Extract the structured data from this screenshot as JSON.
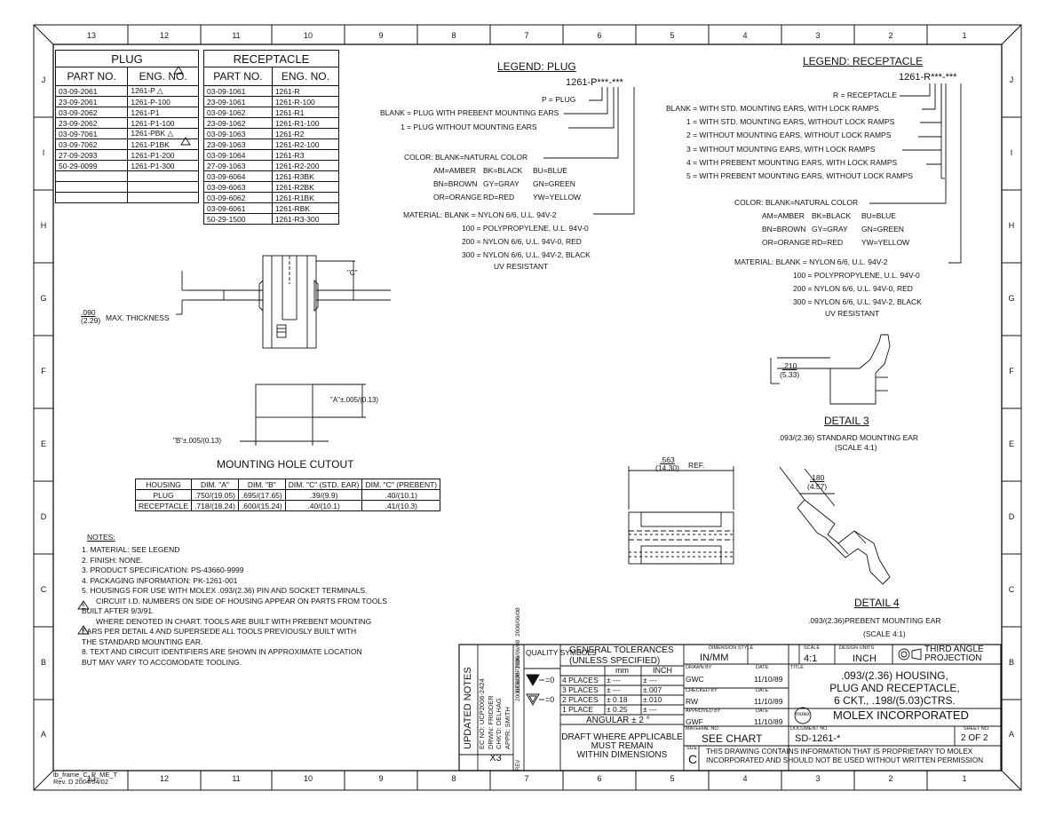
{
  "frame": {
    "columns": [
      "13",
      "12",
      "11",
      "10",
      "9",
      "8",
      "7",
      "6",
      "5",
      "4",
      "3",
      "2",
      "1"
    ],
    "rows": [
      "J",
      "I",
      "H",
      "G",
      "F",
      "E",
      "D",
      "C",
      "B",
      "A"
    ],
    "frame_id": "lb_frame_C_P_ME_T",
    "frame_rev": "Rev. D 2004/04/02"
  },
  "plug_table": {
    "title": "PLUG",
    "headers": [
      "PART NO.",
      "ENG. NO."
    ],
    "rows": [
      [
        "03-09-2061",
        "1261-P",
        "△"
      ],
      [
        "23-09-2061",
        "1261-P-100",
        ""
      ],
      [
        "03-09-2062",
        "1261-P1",
        ""
      ],
      [
        "23-09-2062",
        "1261-P1-100",
        ""
      ],
      [
        "03-09-7061",
        "1261-PBK",
        "△"
      ],
      [
        "03-09-7062",
        "1261-P1BK",
        ""
      ],
      [
        "27-09-2093",
        "1261-P1-200",
        ""
      ],
      [
        "50-29-0099",
        "1261-P1-300",
        ""
      ],
      [
        "",
        "",
        ""
      ],
      [
        "",
        "",
        ""
      ],
      [
        "",
        "",
        ""
      ]
    ]
  },
  "receptacle_table": {
    "title": "RECEPTACLE",
    "headers": [
      "PART NO.",
      "ENG. NO."
    ],
    "rows": [
      [
        "03-09-1061",
        "1261-R"
      ],
      [
        "23-09-1061",
        "1261-R-100"
      ],
      [
        "03-09-1062",
        "1261-R1"
      ],
      [
        "23-09-1062",
        "1261-R1-100"
      ],
      [
        "03-09-1063",
        "1261-R2"
      ],
      [
        "23-09-1063",
        "1261-R2-100"
      ],
      [
        "03-09-1064",
        "1261-R3"
      ],
      [
        "27-09-1063",
        "1261-R2-200"
      ],
      [
        "03-09-6064",
        "1261-R3BK"
      ],
      [
        "03-09-6063",
        "1261-R2BK"
      ],
      [
        "03-09-6062",
        "1261-R1BK"
      ],
      [
        "03-09-6061",
        "1261-RBK"
      ],
      [
        "50-29-1500",
        "1261-R3-300"
      ]
    ]
  },
  "legend_plug": {
    "title": "LEGEND: PLUG",
    "code": "1261-P",
    "code_suffix": "***-***",
    "p_line": "P = PLUG",
    "blank_line": "BLANK = PLUG WITH  PREBENT MOUNTING EARS",
    "one_line": "1 = PLUG WITHOUT MOUNTING EARS",
    "color_line": "COLOR: BLANK=NATURAL COLOR",
    "colors": [
      [
        "AM=AMBER",
        "BK=BLACK",
        "BU=BLUE"
      ],
      [
        "BN=BROWN",
        "GY=GRAY",
        "GN=GREEN"
      ],
      [
        "OR=ORANGE",
        "RD=RED",
        "YW=YELLOW"
      ]
    ],
    "material": [
      "MATERIAL: BLANK = NYLON 6/6, U.L. 94V-2",
      "100 = POLYPROPYLENE, U.L. 94V-0",
      "200 = NYLON 6/6, U.L. 94V-0, RED",
      "300 = NYLON 6/6, U.L. 94V-2, BLACK",
      "UV RESISTANT"
    ]
  },
  "legend_receptacle": {
    "title": "LEGEND: RECEPTACLE",
    "code": "1261-R",
    "code_suffix": "***-***",
    "r_line": "R = RECEPTACLE",
    "options": [
      "BLANK = WITH STD. MOUNTING EARS, WITH LOCK RAMPS",
      "1 = WITH STD. MOUNTING EARS, WITHOUT LOCK RAMPS",
      "2 = WITHOUT MOUNTING EARS, WITHOUT LOCK RAMPS",
      "3 = WITHOUT MOUNTING EARS, WITH LOCK RAMPS",
      "4 = WITH PREBENT MOUNTING EARS, WITH LOCK RAMPS",
      "5 = WITH PREBENT MOUNTING EARS, WITHOUT LOCK RAMPS"
    ],
    "color_line": "COLOR: BLANK=NATURAL COLOR",
    "colors": [
      [
        "AM=AMBER",
        "BK=BLACK",
        "BU=BLUE"
      ],
      [
        "BN=BROWN",
        "GY=GRAY",
        "GN=GREEN"
      ],
      [
        "OR=ORANGE",
        "RD=RED",
        "YW=YELLOW"
      ]
    ],
    "material": [
      "MATERIAL: BLANK = NYLON 6/6, U.L. 94V-2",
      "100 = POLYPROPYLENE, U.L. 94V-0",
      "200 = NYLON 6/6, U.L. 94V-0, RED",
      "300 = NYLON 6/6, U.L. 94V-2, BLACK",
      "UV RESISTANT"
    ]
  },
  "dims": {
    "c_label": "\"C\"",
    "thickness_top": ".090",
    "thickness_bottom": "(2.29)",
    "thickness_text": "MAX. THICKNESS",
    "a_label": "\"A\"±.005/(0.13)",
    "b_label": "\"B\"±.005/(0.13)",
    "ref_top": ".563",
    "ref_bottom": "(14.30)",
    "ref_text": "REF.",
    "d3_top": ".210",
    "d3_bottom": "(5.33)",
    "d4_top": ".180",
    "d4_bottom": "(4.57)"
  },
  "details": {
    "detail3_title": "DETAIL 3",
    "detail3_sub1": ".093/(2.36) STANDARD MOUNTING EAR",
    "detail3_sub2": "(SCALE 4:1)",
    "detail4_title": "DETAIL 4",
    "detail4_sub1": ".093/(2.36)PREBENT MOUNTING EAR",
    "detail4_sub2": "(SCALE 4:1)"
  },
  "hole_cutout": {
    "title": "MOUNTING HOLE CUTOUT",
    "headers": [
      "HOUSING",
      "DIM. \"A\"",
      "DIM. \"B\"",
      "DIM. \"C\" (STD. EAR)",
      "DIM. \"C\" (PREBENT)"
    ],
    "rows": [
      [
        "PLUG",
        ".750/(19.05)",
        ".695/(17.65)",
        ".39/(9.9)",
        ".40/(10.1)"
      ],
      [
        "RECEPTACLE",
        ".718/(18.24)",
        ".600/(15.24)",
        ".40/(10.1)",
        ".41/(10.3)"
      ]
    ]
  },
  "notes": {
    "title": "NOTES:",
    "items": [
      "1.  MATERIAL:  SEE LEGEND",
      "2.  FINISH:  NONE.",
      "3.  PRODUCT SPECIFICATION:  PS-43660-9999",
      "4.  PACKAGING INFORMATION:  PK-1261-001",
      "5.  HOUSINGS FOR USE WITH MOLEX .093/(2.36) PIN AND SOCKET TERMINALS.",
      "CIRCUIT I.D. NUMBERS ON SIDE OF HOUSING APPEAR ON PARTS FROM TOOLS",
      "     BUILT AFTER 9/3/91.",
      "WHERE DENOTED IN CHART. TOOLS ARE BUILT WITH PREBENT MOUNTING",
      "     EARS PER DETAIL 4 AND SUPERSEDE ALL TOOLS PREVIOUSLY BUILT WITH",
      "     THE STANDARD MOUNTING EAR.",
      "8.   TEXT AND CIRCUIT IDENTIFIERS ARE SHOWN IN APPROXIMATE LOCATION",
      "     BUT MAY VARY TO ACCOMODATE TOOLING."
    ],
    "flag6": "6",
    "flag7": "7"
  },
  "revision": {
    "title": "UPDATED NOTES",
    "ec": "EC NO: UCP2006-2424",
    "drwn": "DRWN: FRIDDER",
    "chkd": "CHK'D: DELHAG",
    "appr": "APPR: SMITH",
    "d1": "2006/06/08",
    "d2": "2006/06/08",
    "d3": "2006/06/08",
    "rev": "X3",
    "desc_label": "DESCRIPTION",
    "rev_label": "REV"
  },
  "title_block": {
    "quality": "QUALITY SYMBOLS",
    "tol_title": "GENERAL TOLERANCES",
    "tol_sub": "(UNLESS SPECIFIED)",
    "tol_headers": [
      "mm",
      "INCH"
    ],
    "tol_rows": [
      [
        "4 PLACES",
        "± ---",
        "± ---"
      ],
      [
        "3 PLACES",
        "± ---",
        "±.007"
      ],
      [
        "2 PLACES",
        "± 0.18",
        "±.010"
      ],
      [
        "1 PLACE",
        "± 0.25",
        "± ---"
      ]
    ],
    "angular": "ANGULAR ± 2 °",
    "draft": [
      "DRAFT WHERE APPLICABLE",
      "MUST REMAIN",
      "WITHIN DIMENSIONS"
    ],
    "dim_style_label": "DIMENSION STYLE",
    "dim_style": "IN/MM",
    "scale_label": "SCALE",
    "scale": "4:1",
    "units_label": "DESIGN UNITS",
    "units": "INCH",
    "projection": "THIRD ANGLE PROJECTION",
    "drawn_label": "DRAWN BY",
    "drawn": "GWC",
    "drawn_date": "11/10/89",
    "checked_label": "CHECKED BY",
    "checked": "RW",
    "checked_date": "11/10/89",
    "approved_label": "APPROVED BY",
    "approved": "GWF",
    "approved_date": "11/10/89",
    "date_label": "DATE",
    "title_label": "TITLE",
    "title": [
      ".093/(2.36) HOUSING,",
      "PLUG AND RECEPTACLE,",
      "6 CKT., .198/(5.03)CTRS."
    ],
    "company_logo": "molex",
    "company": "MOLEX INCORPORATED",
    "material_label": "MATERIAL NO.",
    "material": "SEE CHART",
    "doc_label": "DOCUMENT NO.",
    "doc": "SD-1261-*",
    "sheet_label": "SHEET NO.",
    "sheet": "2 OF 2",
    "size_label": "SIZE",
    "size": "C",
    "proprietary": [
      "THIS DRAWING CONTAINS INFORMATION THAT IS PROPRIETARY TO MOLEX",
      "INCORPORATED AND SHOULD NOT BE USED WITHOUT WRITTEN PERMISSION"
    ]
  }
}
